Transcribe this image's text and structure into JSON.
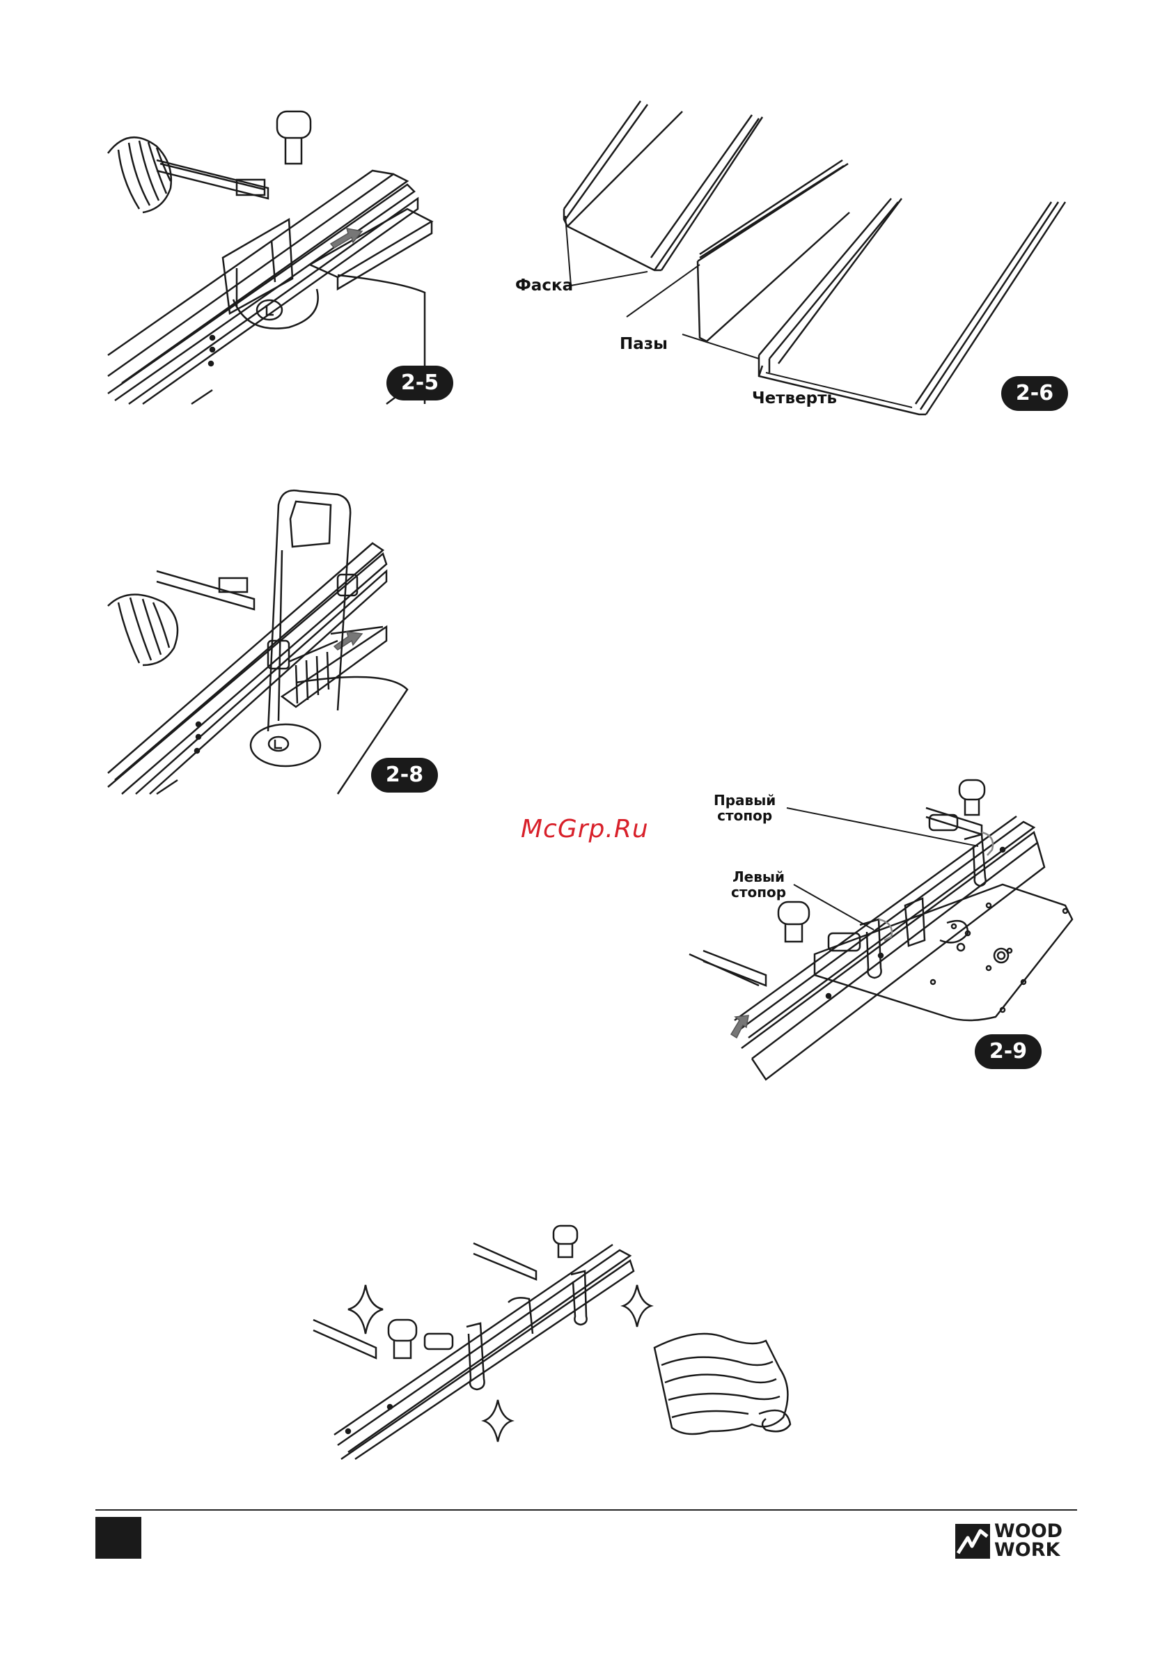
{
  "figures": {
    "fig_2_5": {
      "badge": "2-5"
    },
    "fig_2_6": {
      "badge": "2-6",
      "labels": {
        "chamfer": "Фаска",
        "grooves": "Пазы",
        "rabbet": "Четверть"
      }
    },
    "fig_2_8": {
      "badge": "2-8"
    },
    "fig_2_9": {
      "badge": "2-9",
      "labels": {
        "right_stop_l1": "Правый",
        "right_stop_l2": "стопор",
        "left_stop_l1": "Левый",
        "left_stop_l2": "стопор"
      }
    },
    "fig_cleaning": {}
  },
  "watermark": "McGrp.Ru",
  "footer": {
    "logo_line1": "WOOD",
    "logo_line2": "WORK"
  },
  "colors": {
    "ink": "#1a1a1a",
    "watermark": "#d8202a",
    "arrow": "#777777"
  }
}
